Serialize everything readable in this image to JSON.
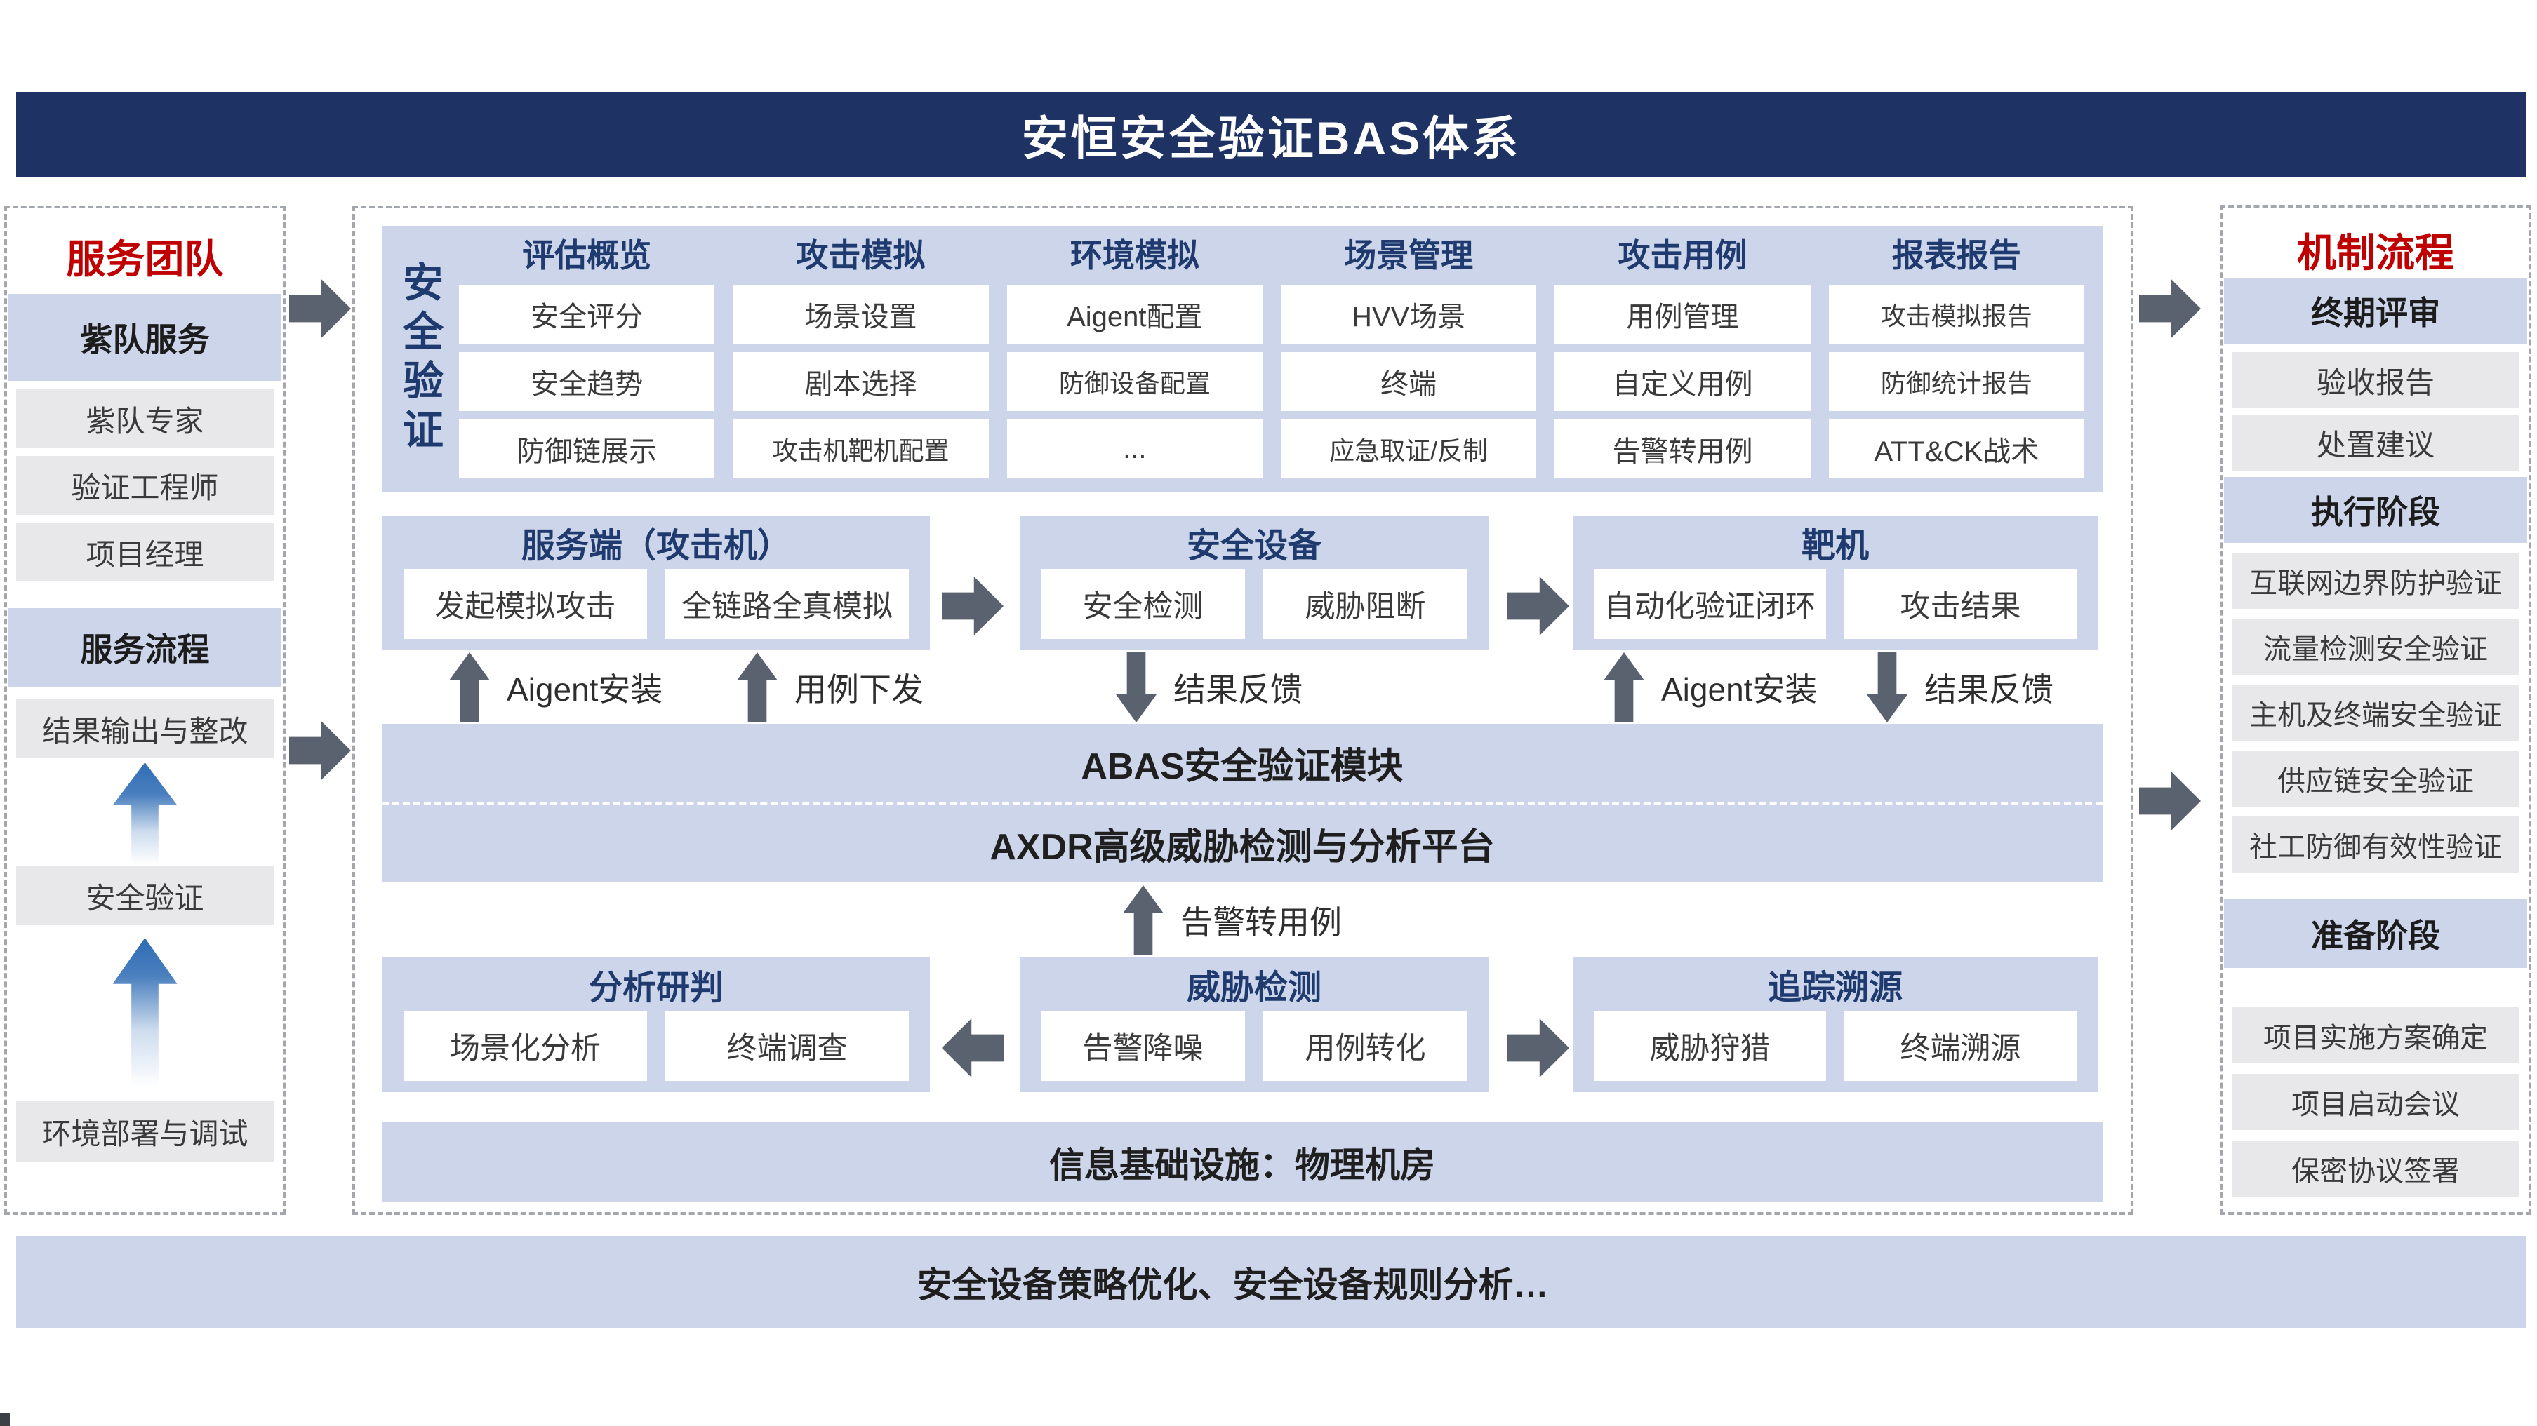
{
  "header": {
    "title": "安恒安全验证BAS体系"
  },
  "left": {
    "title": "服务团队",
    "groups": [
      {
        "header": "紫队服务",
        "items": [
          "紫队专家",
          "验证工程师",
          "项目经理"
        ]
      },
      {
        "header": "服务流程",
        "items": [
          "结果输出与整改",
          "安全验证",
          "环境部署与调试"
        ]
      }
    ]
  },
  "center": {
    "vertical_label": "安全验证",
    "columns": [
      {
        "header": "评估概览",
        "cells": [
          "安全评分",
          "安全趋势",
          "防御链展示"
        ]
      },
      {
        "header": "攻击模拟",
        "cells": [
          "场景设置",
          "剧本选择",
          "攻击机靶机配置"
        ]
      },
      {
        "header": "环境模拟",
        "cells": [
          "Aigent配置",
          "防御设备配置",
          "..."
        ]
      },
      {
        "header": "场景管理",
        "cells": [
          "HVV场景",
          "终端",
          "应急取证/反制"
        ]
      },
      {
        "header": "攻击用例",
        "cells": [
          "用例管理",
          "自定义用例",
          "告警转用例"
        ]
      },
      {
        "header": "报表报告",
        "cells": [
          "攻击模拟报告",
          "防御统计报告",
          "ATT&CK战术"
        ]
      }
    ],
    "mid_panels": [
      {
        "title": "服务端（攻击机）",
        "cells": [
          "发起模拟攻击",
          "全链路全真模拟"
        ]
      },
      {
        "title": "安全设备",
        "cells": [
          "安全检测",
          "威胁阻断"
        ]
      },
      {
        "title": "靶机",
        "cells": [
          "自动化验证闭环",
          "攻击结果"
        ]
      }
    ],
    "flow": {
      "aigent_install": "Aigent安装",
      "case_dispatch": "用例下发",
      "result_feedback": "结果反馈",
      "alert_to_case": "告警转用例"
    },
    "abas": "ABAS安全验证模块",
    "axdr": "AXDR高级威胁检测与分析平台",
    "bottom_panels": [
      {
        "title": "分析研判",
        "cells": [
          "场景化分析",
          "终端调查"
        ]
      },
      {
        "title": "威胁检测",
        "cells": [
          "告警降噪",
          "用例转化"
        ]
      },
      {
        "title": "追踪溯源",
        "cells": [
          "威胁狩猎",
          "终端溯源"
        ]
      }
    ],
    "infra": "信息基础设施：物理机房"
  },
  "right": {
    "title": "机制流程",
    "groups": [
      {
        "header": "终期评审",
        "items": [
          "验收报告",
          "处置建议"
        ]
      },
      {
        "header": "执行阶段",
        "items": [
          "互联网边界防护验证",
          "流量检测安全验证",
          "主机及终端安全验证",
          "供应链安全验证",
          "社工防御有效性验证"
        ]
      },
      {
        "header": "准备阶段",
        "items": [
          "项目实施方案确定",
          "项目启动会议",
          "保密协议签署"
        ]
      }
    ]
  },
  "footer": {
    "banner": "安全设备策略优化、安全设备规则分析…"
  },
  "colors": {
    "navy": "#1e3263",
    "navy_text": "#1e3a6e",
    "red": "#c00000",
    "panel_blue": "#ccd5e9",
    "item_gray": "#e8e8ea",
    "arrow_gray": "#5a6270",
    "arrow_blue": "#2e6cb5"
  }
}
